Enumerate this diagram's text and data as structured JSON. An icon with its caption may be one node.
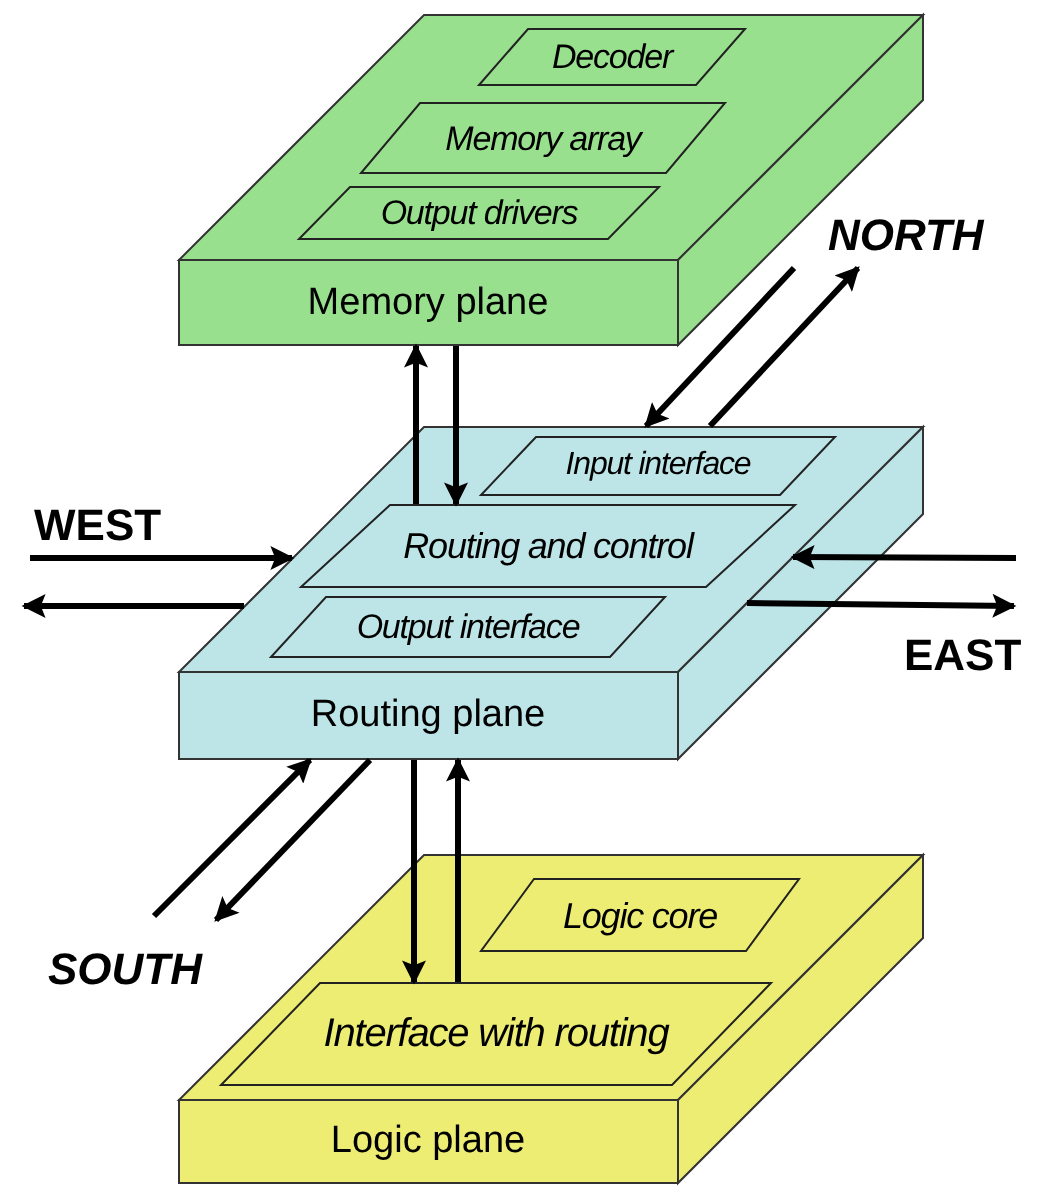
{
  "diagram": {
    "nodes": [
      {
        "text": [
          "Memory plane"
        ]
      },
      {
        "text": [
          "Decoder"
        ],
        "in": 0
      },
      {
        "text": [
          "Memory array"
        ],
        "in": 0
      },
      {
        "text": [
          "Output drivers"
        ],
        "in": 0
      },
      {
        "text": [
          "Routing plane"
        ]
      },
      {
        "text": [
          "Input interface"
        ],
        "in": 4
      },
      {
        "text": [
          "Routing and control"
        ],
        "in": 4
      },
      {
        "text": [
          "Output interface"
        ],
        "in": 4
      },
      {
        "text": [
          "Logic plane"
        ]
      },
      {
        "text": [
          "Logic core"
        ],
        "in": 8
      },
      {
        "text": [
          "Interface with routing"
        ],
        "in": 8
      },
      {
        "text": [
          "NORTH"
        ]
      },
      {
        "text": [
          "WEST"
        ]
      },
      {
        "text": [
          "EAST"
        ]
      },
      {
        "text": [
          "SOUTH"
        ]
      }
    ],
    "edges": [
      {
        "from": 6,
        "to": 0,
        "arrow": "to"
      },
      {
        "from": 0,
        "to": 6,
        "arrow": "to"
      },
      {
        "from": 11,
        "to": 4,
        "arrow": "to"
      },
      {
        "from": 4,
        "to": 11,
        "arrow": "to"
      },
      {
        "from": 12,
        "to": 4,
        "arrow": "to"
      },
      {
        "from": 4,
        "to": 12,
        "arrow": "to"
      },
      {
        "from": 13,
        "to": 4,
        "arrow": "to"
      },
      {
        "from": 4,
        "to": 13,
        "arrow": "to"
      },
      {
        "from": 14,
        "to": 4,
        "arrow": "to"
      },
      {
        "from": 4,
        "to": 14,
        "arrow": "to"
      },
      {
        "from": 4,
        "to": 10,
        "arrow": "to"
      },
      {
        "from": 10,
        "to": 4,
        "arrow": "to"
      }
    ]
  }
}
